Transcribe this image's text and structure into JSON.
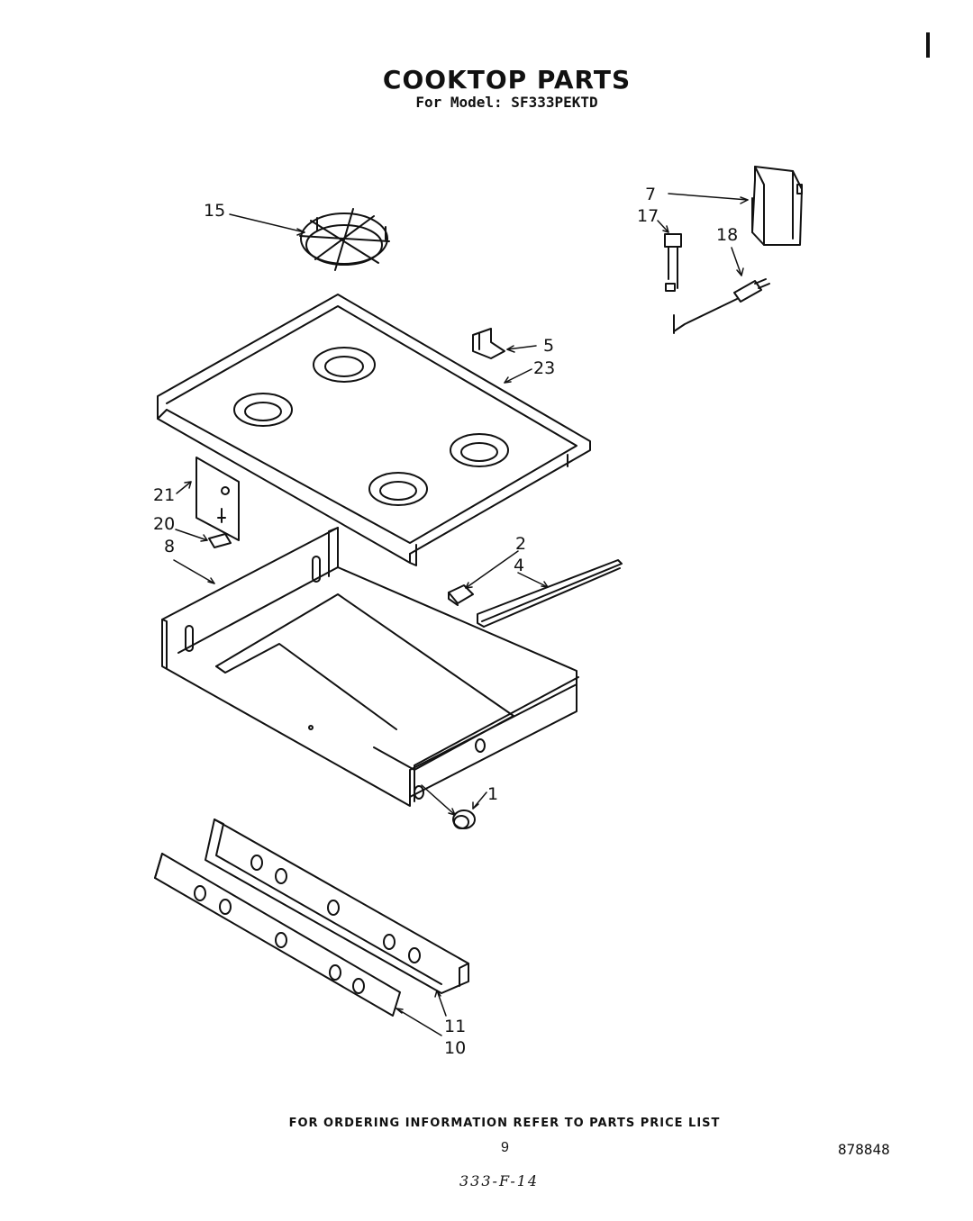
{
  "header": {
    "title": "COOKTOP PARTS",
    "subtitle": "For Model: SF333PEKTD"
  },
  "callouts": [
    {
      "id": "15",
      "label": "15"
    },
    {
      "id": "7",
      "label": "7"
    },
    {
      "id": "17",
      "label": "17"
    },
    {
      "id": "18",
      "label": "18"
    },
    {
      "id": "5",
      "label": "5"
    },
    {
      "id": "23",
      "label": "23"
    },
    {
      "id": "21",
      "label": "21"
    },
    {
      "id": "20",
      "label": "20"
    },
    {
      "id": "8",
      "label": "8"
    },
    {
      "id": "2",
      "label": "2"
    },
    {
      "id": "4",
      "label": "4"
    },
    {
      "id": "1",
      "label": "1"
    },
    {
      "id": "11",
      "label": "11"
    },
    {
      "id": "10",
      "label": "10"
    }
  ],
  "footer": {
    "ordering_note": "FOR ORDERING INFORMATION REFER TO PARTS PRICE LIST",
    "page_number": "9",
    "document_number": "878848",
    "handwritten_note": "333-F-14"
  }
}
